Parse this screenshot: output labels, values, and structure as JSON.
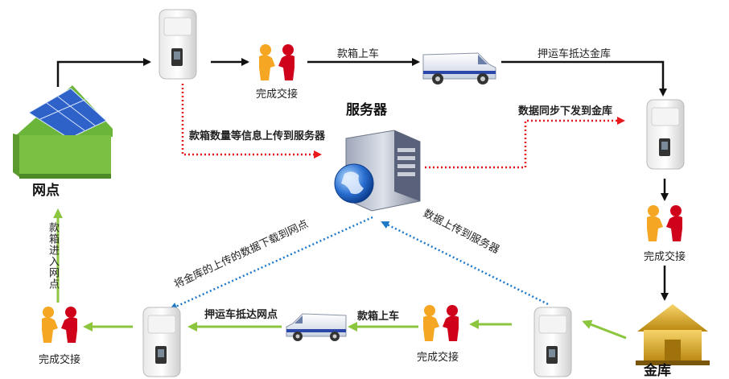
{
  "labels": {
    "branch": "网点",
    "server": "服务器",
    "vault": "金库",
    "handover_1": "完成交接",
    "handover_2": "完成交接",
    "handover_3": "完成交接",
    "handover_4": "完成交接",
    "load_box_top": "款箱上车",
    "escort_arrive_vault": "押运车抵达金库",
    "upload_box_info": "款箱数量等信息上传到服务器",
    "sync_down": "数据同步下发到金库",
    "download_to_branch": "将金库的上传的数据下载到网点",
    "upload_to_server": "数据上传到服务器",
    "load_box_bottom": "款箱上车",
    "escort_arrive_branch": "押运车抵达网点",
    "box_enter_branch": "款箱进入网点"
  },
  "icons": [
    "house-icon",
    "terminal-icon",
    "handshake-icon",
    "van-icon",
    "server-icon",
    "globe-icon",
    "vault-icon"
  ],
  "colors": {
    "black_arrow": "#111111",
    "red_dotted": "#e8191c",
    "blue_dotted": "#1e78c8",
    "green_arrow": "#8cc63e"
  }
}
